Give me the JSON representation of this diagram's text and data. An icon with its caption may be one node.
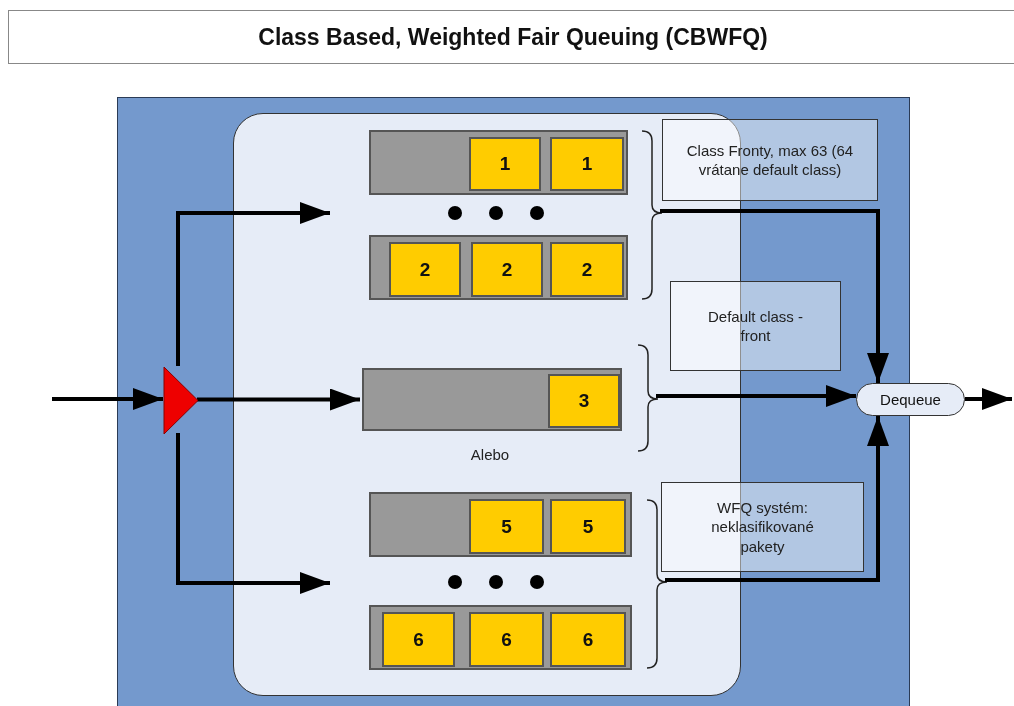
{
  "diagram": {
    "title": "Class Based, Weighted Fair Queuing (CBWFQ)",
    "nodes": [
      {
        "text": [],
        "shape": "box"
      },
      {
        "text": [],
        "shape": "box",
        "in": 0
      },
      {
        "text": [],
        "shape": "bar",
        "in": 1
      },
      {
        "text": [
          "1"
        ],
        "in": 2
      },
      {
        "text": [
          "1"
        ],
        "in": 2
      },
      {
        "text": [
          "Class Fronty, max 63 (64 vrátane default class)"
        ],
        "in": 0
      },
      {
        "text": [],
        "shape": "bar",
        "in": 1
      },
      {
        "text": [
          "2"
        ],
        "in": 6
      },
      {
        "text": [
          "2"
        ],
        "in": 6
      },
      {
        "text": [
          "2"
        ],
        "in": 6
      },
      {
        "text": [
          "Default class - front"
        ],
        "in": 0
      },
      {
        "text": [],
        "shape": "triangle",
        "in": 0
      },
      {
        "text": [],
        "shape": "bar",
        "in": 1
      },
      {
        "text": [
          "3"
        ],
        "in": 12
      },
      {
        "text": [
          "Dequeue"
        ]
      },
      {
        "text": [],
        "shape": "bar",
        "in": 1
      },
      {
        "text": [
          "5"
        ],
        "in": 15
      },
      {
        "text": [
          "5"
        ],
        "in": 15
      },
      {
        "text": [
          "WFQ systém: neklasifikované pakety"
        ],
        "in": 0
      },
      {
        "text": [],
        "shape": "bar",
        "in": 1
      },
      {
        "text": [
          "6"
        ],
        "in": 19
      },
      {
        "text": [
          "6"
        ],
        "in": 19
      },
      {
        "text": [
          "6"
        ],
        "in": 19
      },
      {
        "text": [],
        "shape": "brace",
        "in": 1
      },
      {
        "text": [],
        "shape": "brace",
        "in": 1
      },
      {
        "text": [],
        "shape": "brace",
        "in": 1
      }
    ],
    "edges": [
      {
        "from": null,
        "to": 11,
        "arrow": "to"
      },
      {
        "from": 11,
        "to": null,
        "arrow": "to"
      },
      {
        "from": 11,
        "to": 12,
        "arrow": "to"
      },
      {
        "from": 11,
        "to": null,
        "arrow": "to"
      },
      {
        "from": 23,
        "to": 14,
        "arrow": "to"
      },
      {
        "from": 24,
        "to": 14,
        "arrow": "to"
      },
      {
        "from": 25,
        "to": 14,
        "arrow": "to"
      },
      {
        "from": 14,
        "to": null,
        "arrow": "to"
      }
    ],
    "labels": [
      "Alebo"
    ]
  }
}
